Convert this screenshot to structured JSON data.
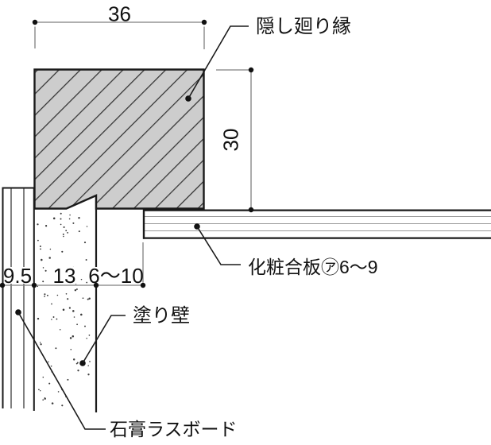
{
  "drawing": {
    "type": "architectural-section-detail",
    "labels": {
      "hidden_molding": "隠し廻り縁",
      "decorative_plywood": "化粧合板㋐6〜9",
      "plaster_wall": "塗り壁",
      "gypsum_lath_board": "石膏ラスボード"
    },
    "dimensions": {
      "molding_width": "36",
      "molding_height": "30",
      "lath_thickness": "9.5",
      "plaster_thickness": "13",
      "clearance": "6〜10"
    },
    "colors": {
      "molding_fill": "#cdcdcd",
      "object_line": "#1a1a1a",
      "dimension_line": "#7f7f7f",
      "board_core_line": "#999999"
    }
  }
}
